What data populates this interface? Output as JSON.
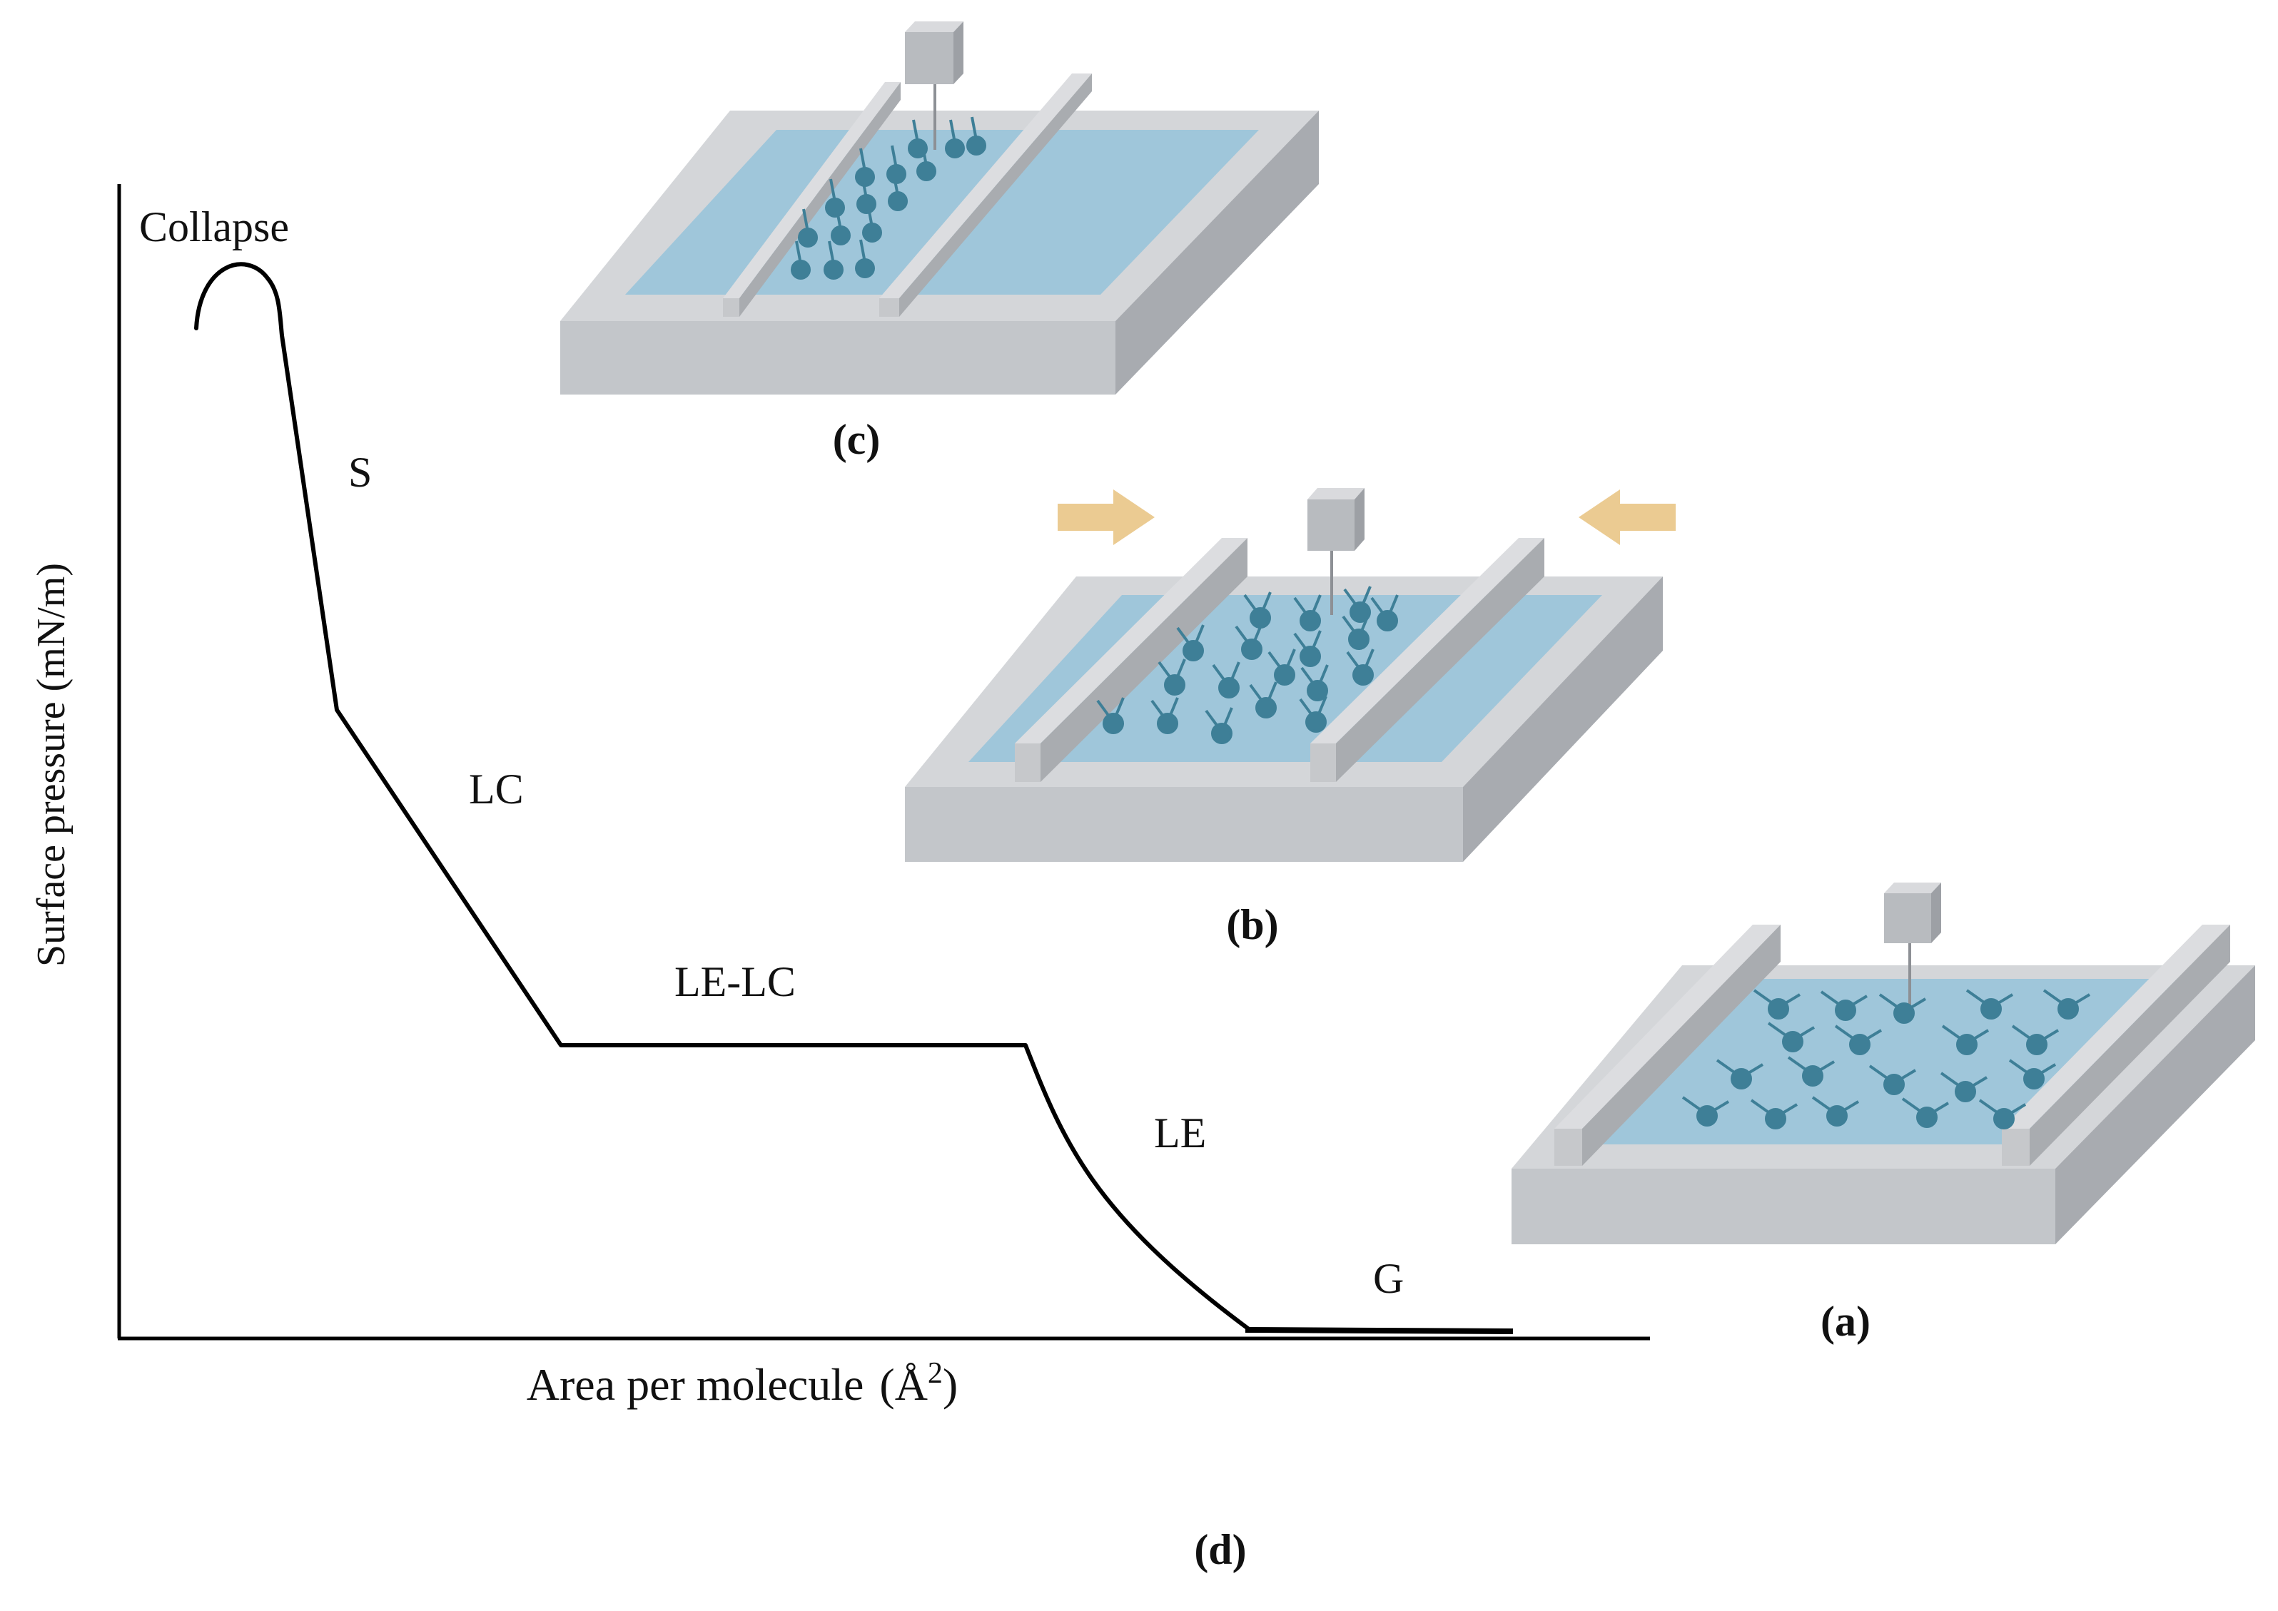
{
  "isotherm": {
    "ylabel": "Surface pressure (mN/m)",
    "xlabel_main": "Area per molecule",
    "xlabel_unit": "(Å",
    "xlabel_sup": "2",
    "xlabel_close": ")",
    "phases": {
      "collapse": "Collapse",
      "s": "S",
      "lc": "LC",
      "le_lc": "LE-LC",
      "le": "LE",
      "g": "G"
    }
  },
  "panels": {
    "a": "(a)",
    "b": "(b)",
    "c": "(c)",
    "d": "(d)"
  },
  "colors": {
    "curve": "#000000",
    "trough_top": "#d3d5d8",
    "trough_side": "#bfc2c6",
    "trough_right": "#a9acb1",
    "water": "#9fc6d9",
    "molecule": "#3f8097",
    "arrow": "#ebcb92"
  },
  "icons": {
    "pressure_sensor": "cube-sensor-icon",
    "compression_arrow": "arrow-icon"
  }
}
